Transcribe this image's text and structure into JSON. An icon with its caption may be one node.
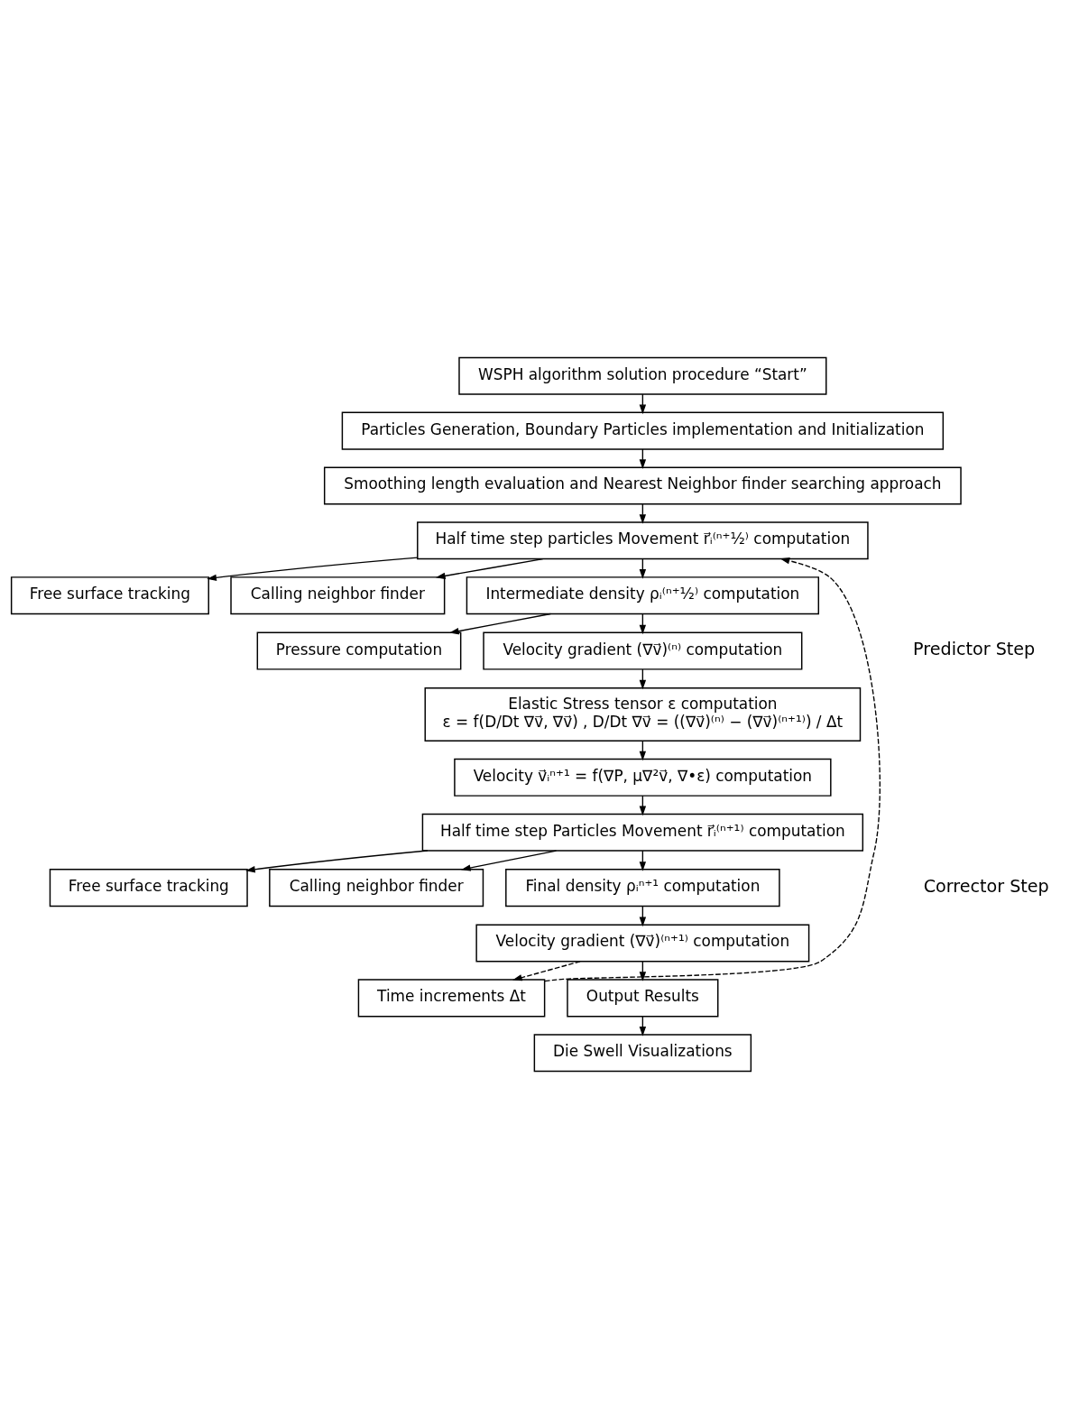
{
  "diagram": {
    "nodes": [
      {
        "text": [
          "WSPH algorithm solution procedure “Start”"
        ]
      },
      {
        "text": [
          "Particles Generation, Boundary Particles implementation and Initialization"
        ]
      },
      {
        "text": [
          "Smoothing length evaluation and Nearest Neighbor finder searching approach"
        ]
      },
      {
        "text": [
          "Half time step particles Movement r⃗ᵢ⁽ⁿ⁺½⁾ computation"
        ]
      },
      {
        "text": [
          "Free surface tracking"
        ]
      },
      {
        "text": [
          "Calling neighbor finder"
        ]
      },
      {
        "text": [
          "Intermediate density ρᵢ⁽ⁿ⁺½⁾ computation"
        ]
      },
      {
        "text": [
          "Pressure computation"
        ]
      },
      {
        "text": [
          "Velocity gradient (∇v⃗)⁽ⁿ⁾ computation"
        ]
      },
      {
        "text": [
          "Elastic Stress tensor ε computation",
          "ε = f(D/Dt ∇v⃗, ∇v⃗) , D/Dt ∇v⃗ = ((∇v⃗)⁽ⁿ⁾ − (∇v⃗)⁽ⁿ⁺¹⁾) / Δt"
        ]
      },
      {
        "text": [
          "Velocity v⃗ᵢⁿ⁺¹ = f(∇P, μ∇²v⃗, ∇•ε) computation"
        ]
      },
      {
        "text": [
          "Half time step Particles Movement r⃗ᵢ⁽ⁿ⁺¹⁾ computation"
        ]
      },
      {
        "text": [
          "Free surface tracking"
        ]
      },
      {
        "text": [
          "Calling neighbor finder"
        ]
      },
      {
        "text": [
          "Final density ρᵢⁿ⁺¹ computation"
        ]
      },
      {
        "text": [
          "Velocity gradient (∇v⃗)⁽ⁿ⁺¹⁾ computation"
        ]
      },
      {
        "text": [
          "Time increments Δt"
        ]
      },
      {
        "text": [
          "Output Results"
        ]
      },
      {
        "text": [
          "Die Swell Visualizations"
        ]
      }
    ],
    "edges": [
      {
        "from": 0,
        "to": 1,
        "arrow": "to"
      },
      {
        "from": 1,
        "to": 2,
        "arrow": "to"
      },
      {
        "from": 2,
        "to": 3,
        "arrow": "to"
      },
      {
        "from": 3,
        "to": 4,
        "arrow": "to"
      },
      {
        "from": 3,
        "to": 5,
        "arrow": "to"
      },
      {
        "from": 3,
        "to": 6,
        "arrow": "to"
      },
      {
        "from": 6,
        "to": 7,
        "arrow": "to"
      },
      {
        "from": 6,
        "to": 8,
        "arrow": "to"
      },
      {
        "from": 8,
        "to": 9,
        "arrow": "to"
      },
      {
        "from": 9,
        "to": 10,
        "arrow": "to"
      },
      {
        "from": 10,
        "to": 11,
        "arrow": "to"
      },
      {
        "from": 11,
        "to": 12,
        "arrow": "to"
      },
      {
        "from": 11,
        "to": 13,
        "arrow": "to"
      },
      {
        "from": 11,
        "to": 14,
        "arrow": "to"
      },
      {
        "from": 14,
        "to": 15,
        "arrow": "to"
      },
      {
        "from": 15,
        "to": 17,
        "arrow": "to"
      },
      {
        "from": 17,
        "to": 18,
        "arrow": "to"
      },
      {
        "from": 15,
        "to": 16,
        "arrow": "to",
        "style": "dashed"
      },
      {
        "from": 16,
        "to": 3,
        "arrow": "to",
        "style": "dashed"
      }
    ],
    "labels": [
      "Predictor Step",
      "Corrector Step"
    ]
  }
}
